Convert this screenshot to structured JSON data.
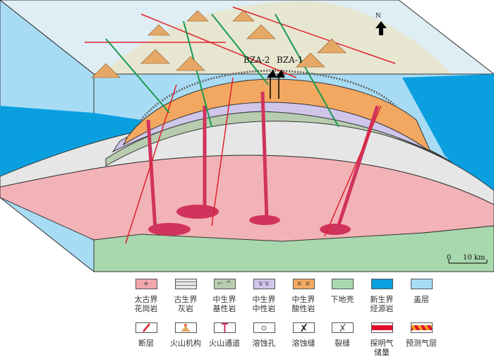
{
  "wells": [
    "BZA-2",
    "BZA-1"
  ],
  "north": "N",
  "scale": {
    "zero": "0",
    "label": "10 km"
  },
  "legend_row1": [
    {
      "label1": "太古界",
      "label2": "花岗岩",
      "color": "#f2a7ad",
      "sym": "+"
    },
    {
      "label1": "古生界",
      "label2": "灰岩",
      "color": "#e6e6e6",
      "sym": ""
    },
    {
      "label1": "中生界",
      "label2": "基性岩",
      "color": "#b8cdb0",
      "sym": "⌐ ^"
    },
    {
      "label1": "中生界",
      "label2": "中性岩",
      "color": "#cfc6ea",
      "sym": "v v"
    },
    {
      "label1": "中生界",
      "label2": "酸性岩",
      "color": "#f2a860",
      "sym": "× ×"
    },
    {
      "label1": "下地壳",
      "label2": "",
      "color": "#a8d8ad",
      "sym": ""
    },
    {
      "label1": "新生界",
      "label2": "烃源岩",
      "color": "#0aa0e0",
      "sym": ""
    },
    {
      "label1": "盖层",
      "label2": "",
      "color": "#a8dcf5",
      "sym": ""
    }
  ],
  "legend_row2": [
    {
      "label1": "断层",
      "label2": ""
    },
    {
      "label1": "火山机构",
      "label2": ""
    },
    {
      "label1": "火山通道",
      "label2": ""
    },
    {
      "label1": "溶蚀孔",
      "label2": ""
    },
    {
      "label1": "溶蚀缝",
      "label2": ""
    },
    {
      "label1": "裂缝",
      "label2": ""
    },
    {
      "label1": "探明气",
      "label2": "储量"
    },
    {
      "label1": "预测气层",
      "label2": ""
    }
  ]
}
